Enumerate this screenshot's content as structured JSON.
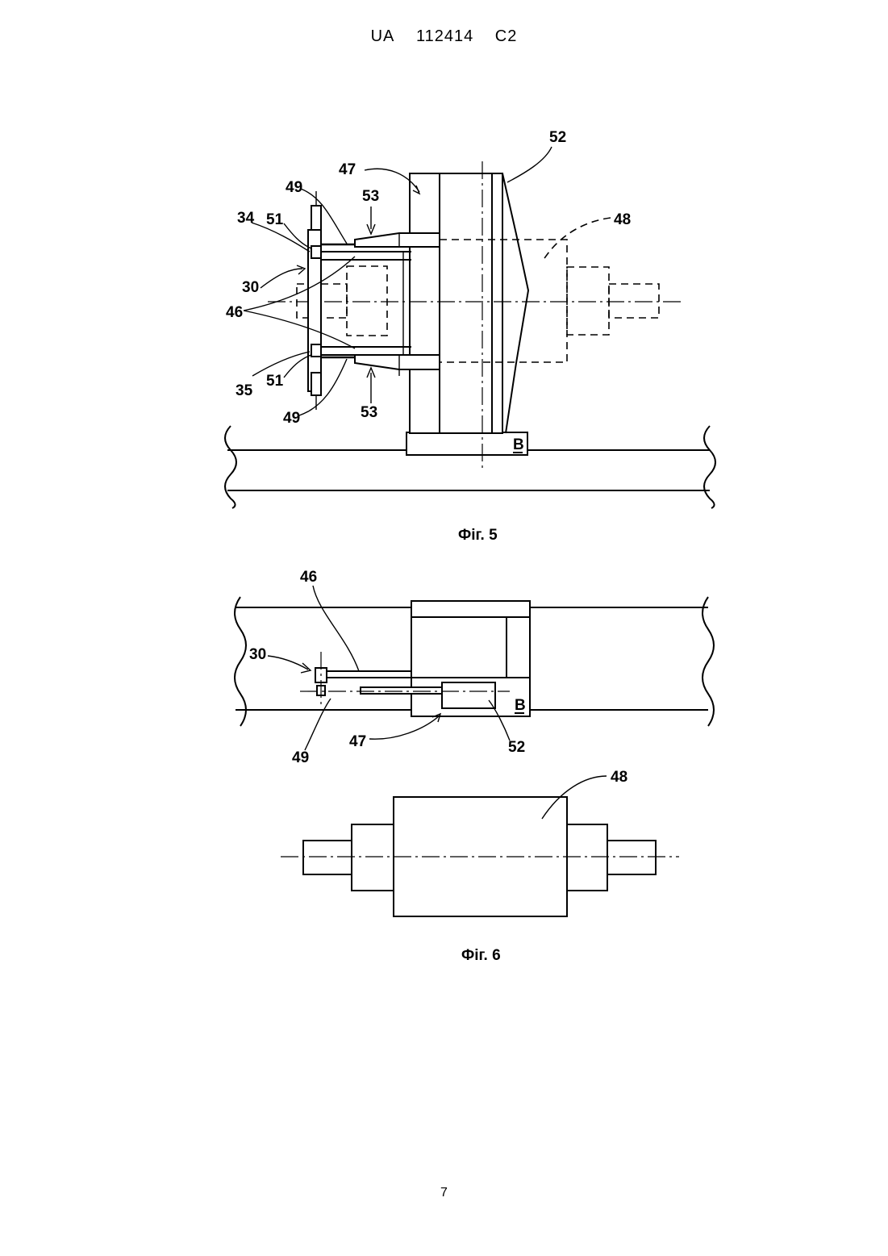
{
  "header": {
    "country": "UA",
    "number": "112414",
    "kind": "C2"
  },
  "fig5": {
    "caption": "Фіг. 5",
    "labels": {
      "l52": "52",
      "l47": "47",
      "l49top": "49",
      "l53top": "53",
      "l48": "48",
      "l34": "34",
      "l51top": "51",
      "l30": "30",
      "l46": "46",
      "l35": "35",
      "l51bot": "51",
      "l49bot": "49",
      "l53bot": "53",
      "lB": "B"
    }
  },
  "fig6": {
    "caption": "Фіг. 6",
    "labels": {
      "l46": "46",
      "l30": "30",
      "lB": "B",
      "l49": "49",
      "l47": "47",
      "l52": "52",
      "l48": "48"
    }
  },
  "page_number": "7"
}
